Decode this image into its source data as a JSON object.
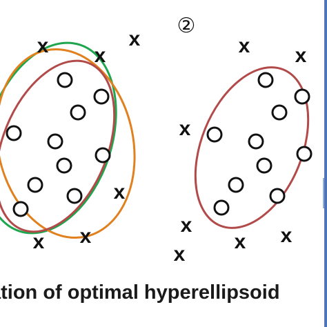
{
  "step_label": "②",
  "caption": "ation of optimal hyperellipsoid",
  "colors": {
    "green": "#1ea64e",
    "orange": "#e0801e",
    "red": "#b24a4a",
    "ink": "#111111",
    "edge": "#4f74b8"
  },
  "cross_glyph": "x"
}
